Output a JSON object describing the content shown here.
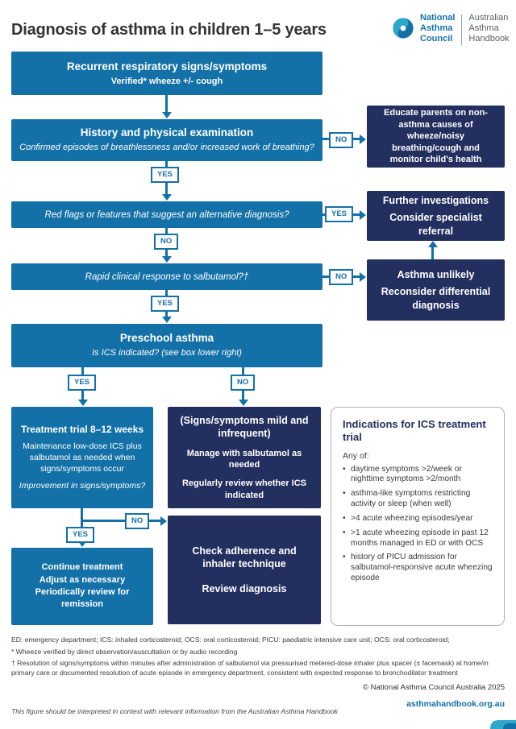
{
  "header": {
    "title": "Diagnosis of asthma in children 1–5 years",
    "logo": {
      "council": [
        "National",
        "Asthma",
        "Council"
      ],
      "handbook": [
        "Australian",
        "Asthma",
        "Handbook"
      ]
    }
  },
  "labels": {
    "yes": "YES",
    "no": "NO"
  },
  "flow": {
    "recurrent": {
      "title": "Recurrent respiratory signs/symptoms",
      "subtitle": "Verified* wheeze +/- cough"
    },
    "history": {
      "title": "History and physical examination",
      "question": "Confirmed episodes of breathlessness and/or increased work of breathing?"
    },
    "educate": {
      "text": "Educate parents on non-asthma causes of wheeze/noisy breathing/cough and monitor child's health"
    },
    "red_flags": {
      "question": "Red flags or features that suggest an alternative diagnosis?"
    },
    "further": {
      "line1": "Further investigations",
      "line2": "Consider specialist referral"
    },
    "salbutamol": {
      "question": "Rapid clinical response to salbutamol?†"
    },
    "unlikely": {
      "line1": "Asthma unlikely",
      "line2": "Reconsider differential diagnosis"
    },
    "preschool": {
      "title": "Preschool asthma",
      "question": "Is ICS indicated? (see box lower right)"
    },
    "treatment": {
      "title": "Treatment trial 8–12 weeks",
      "body": "Maintenance low-dose ICS plus salbutamol as needed when signs/symptoms occur",
      "question": "Improvement in signs/symptoms?"
    },
    "mild": {
      "title": "(Signs/symptoms mild and infrequent)",
      "line1": "Manage with salbutamol as needed",
      "line2": "Regularly review whether ICS indicated"
    },
    "check": {
      "line1": "Check adherence and inhaler technique",
      "line2": "Review diagnosis"
    },
    "continue": {
      "line1": "Continue treatment",
      "line2": "Adjust as necessary",
      "line3": "Periodically review for remission"
    }
  },
  "indications": {
    "title": "Indications for ICS treatment trial",
    "intro": "Any of:",
    "items": [
      "daytime symptoms >2/week or nighttime symptoms >2/month",
      "asthma-like symptoms restricting activity or sleep (when well)",
      ">4 acute wheezing episodes/year",
      ">1 acute wheezing episode in past 12 months managed in ED or with OCS",
      "history of PICU admission for salbutamol-responsive acute wheezing episode"
    ]
  },
  "footer": {
    "abbreviations": "ED: emergency department; ICS: inhaled corticosteroid; OCS: oral corticosteroid; PICU: paediatric intensive care unit; OCS: oral corticosteroid;",
    "note_wheeze": "* Wheeze verified by direct observation/auscultation or by audio recording",
    "note_salbutamol": "† Resolution of signs/symptoms within minutes after administration of salbutamol via pressurised metered-dose inhaler plus spacer (± facemask) at home/in primary care or documented resolution of acute episode in emergency department, consistent with expected response to bronchodilator treatment",
    "copyright": "© National Asthma Council Australia 2025",
    "disclaimer": "This figure should be interpreted in context with relevant information from the Australian Asthma Handbook",
    "website": "asthmahandbook.org.au"
  },
  "colors": {
    "blue": "#1471a8",
    "navy": "#232f5f",
    "teal": "#2ba9c9"
  }
}
